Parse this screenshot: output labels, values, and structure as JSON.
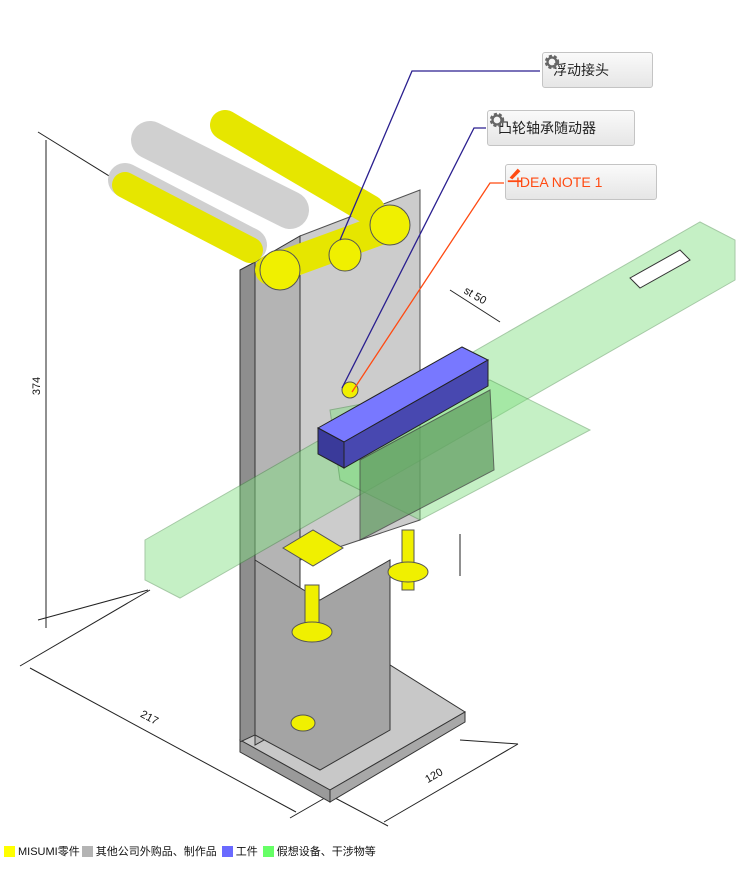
{
  "callouts": [
    {
      "label": "浮动接头",
      "icon": "gear-icon"
    },
    {
      "label": "凸轮轴承随动器",
      "icon": "gear-icon"
    },
    {
      "label": "IDEA NOTE 1",
      "icon": "pencil-icon"
    }
  ],
  "dimensions": {
    "height": "374",
    "length": "217",
    "width": "120",
    "stroke": "st 50"
  },
  "legend": [
    {
      "label": "MISUMI零件",
      "color": "#ffff00"
    },
    {
      "label": "其他公司外购品、制作品",
      "color": "#b4b4b4"
    },
    {
      "label": "工件",
      "color": "#6a6aff"
    },
    {
      "label": "假想设备、干涉物等",
      "color": "#66ff66"
    }
  ],
  "colors": {
    "callout_line_blue": "#2a1f8f",
    "callout_line_note": "#ff4a12"
  }
}
